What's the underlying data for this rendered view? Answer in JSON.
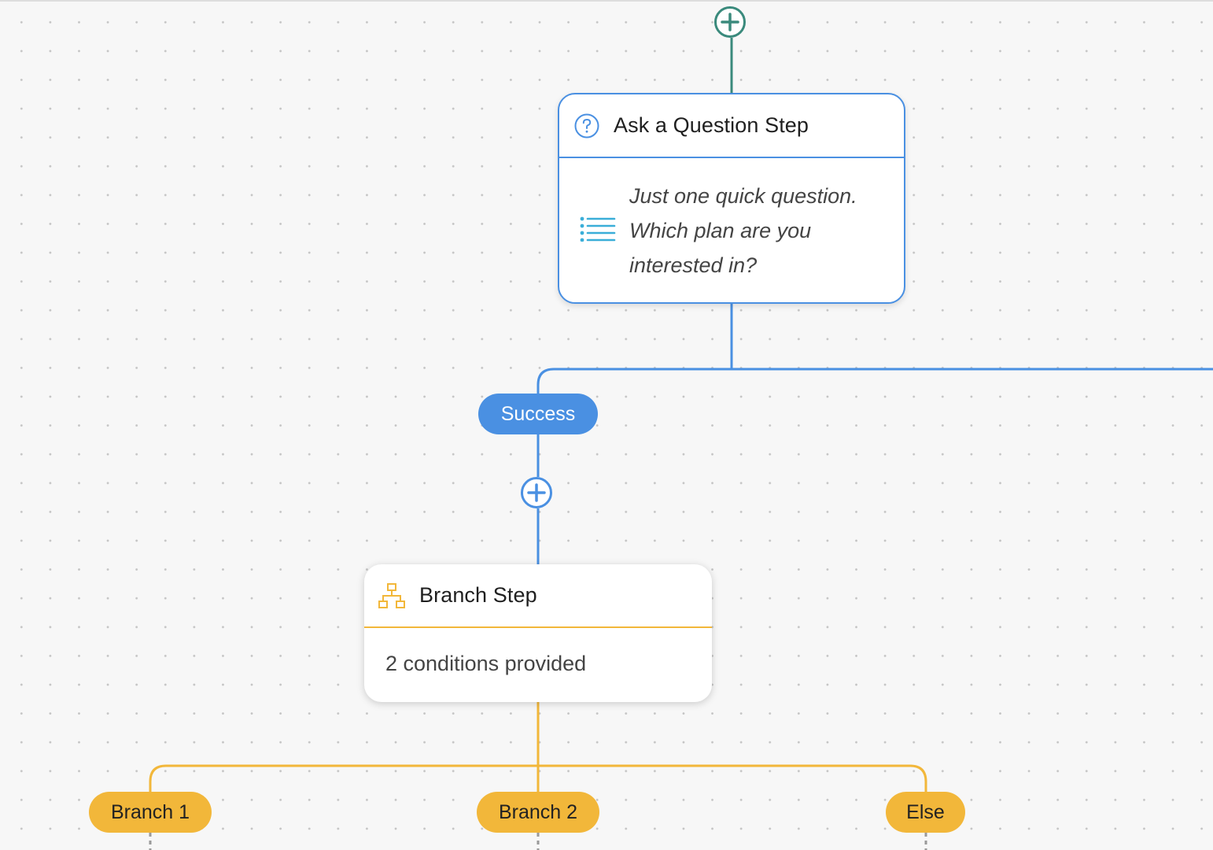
{
  "canvas": {
    "grid": "dotted"
  },
  "colors": {
    "teal": "#3a8a7c",
    "blue": "#4a90e2",
    "yellow": "#f2b73a"
  },
  "nodes": {
    "question_step": {
      "title": "Ask a Question Step",
      "icon": "question-circle-icon",
      "body_icon": "list-icon",
      "message_lines": [
        "Just one quick question.",
        "Which plan are you",
        "interested in?"
      ]
    },
    "branch_step": {
      "title": "Branch Step",
      "icon": "sitemap-icon",
      "summary": "2 conditions provided"
    }
  },
  "edge_labels": {
    "success": "Success",
    "branch_1": "Branch 1",
    "branch_2": "Branch 2",
    "else": "Else"
  },
  "add_buttons": [
    {
      "icon": "plus-circle-icon",
      "color": "teal"
    },
    {
      "icon": "plus-circle-icon",
      "color": "blue"
    }
  ]
}
